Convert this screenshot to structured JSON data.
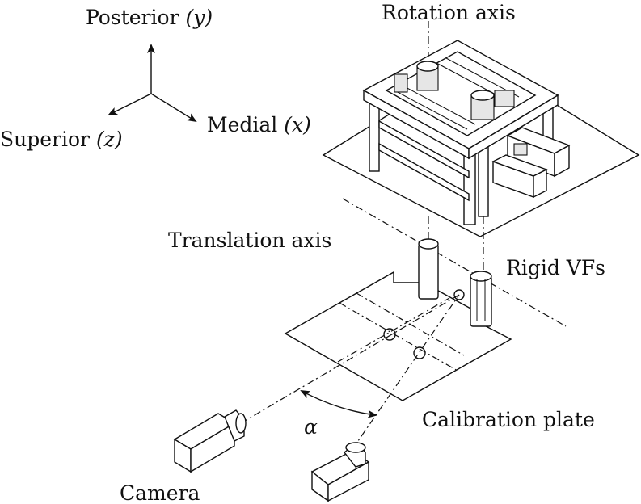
{
  "labels": {
    "posterior": "Posterior",
    "posterior_var": "(y)",
    "medial": "Medial",
    "medial_var": "(x)",
    "superior": "Superior",
    "superior_var": "(z)",
    "rotation_axis": "Rotation axis",
    "translation_axis": "Translation axis",
    "rigid_vfs": "Rigid VFs",
    "calibration_plate": "Calibration plate",
    "camera": "Camera",
    "angle": "α"
  }
}
